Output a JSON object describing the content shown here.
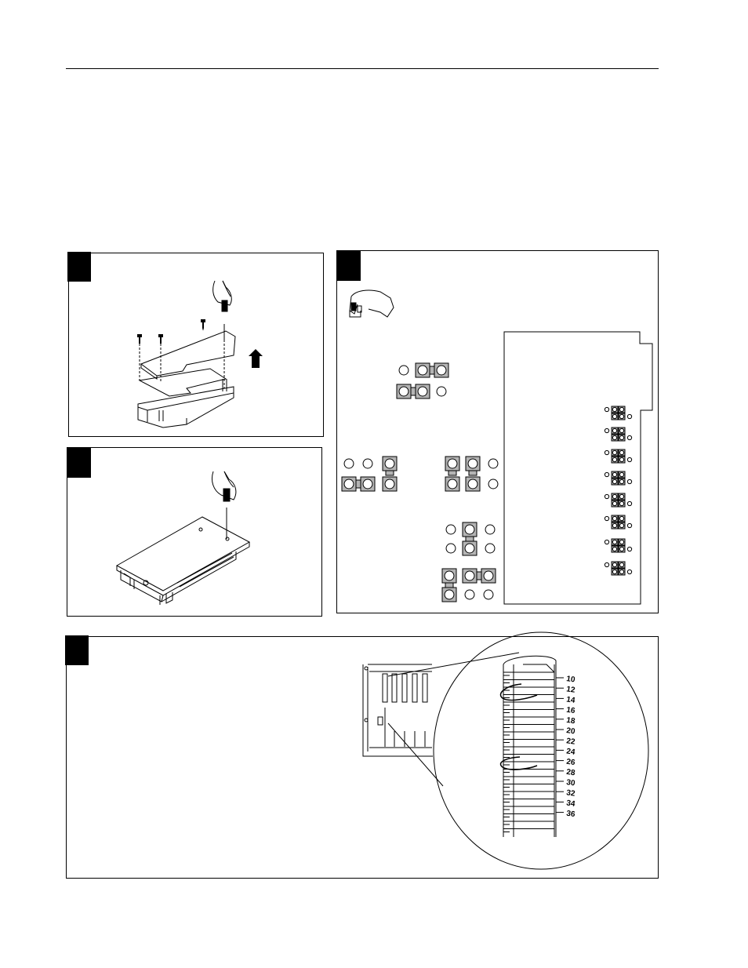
{
  "page": {
    "background": "#ffffff",
    "line_color": "#000000",
    "jumper_fill": "#b4b4b4"
  },
  "panels": [
    {
      "id": "remove-cover",
      "illustration": "screwdriver removing cover screws, cover lifted off module",
      "icons": [
        "hand-screwdriver-icon",
        "screw-icon",
        "up-arrow-icon"
      ]
    },
    {
      "id": "set-jumpers",
      "illustration": "jumper positions on circuit board",
      "icons": [
        "hand-jumper-icon",
        "jumper-icon"
      ]
    },
    {
      "id": "replace-cover",
      "illustration": "screwdriver fastening cover screws",
      "icons": [
        "hand-screwdriver-icon"
      ]
    },
    {
      "id": "wiring-arm",
      "illustration": "chassis with magnified terminal wiring arm",
      "icons": [
        "terminal-block-icon"
      ]
    }
  ],
  "terminal_numbers": [
    "10",
    "12",
    "14",
    "16",
    "18",
    "20",
    "22",
    "24",
    "26",
    "28",
    "30",
    "32",
    "34",
    "36"
  ]
}
